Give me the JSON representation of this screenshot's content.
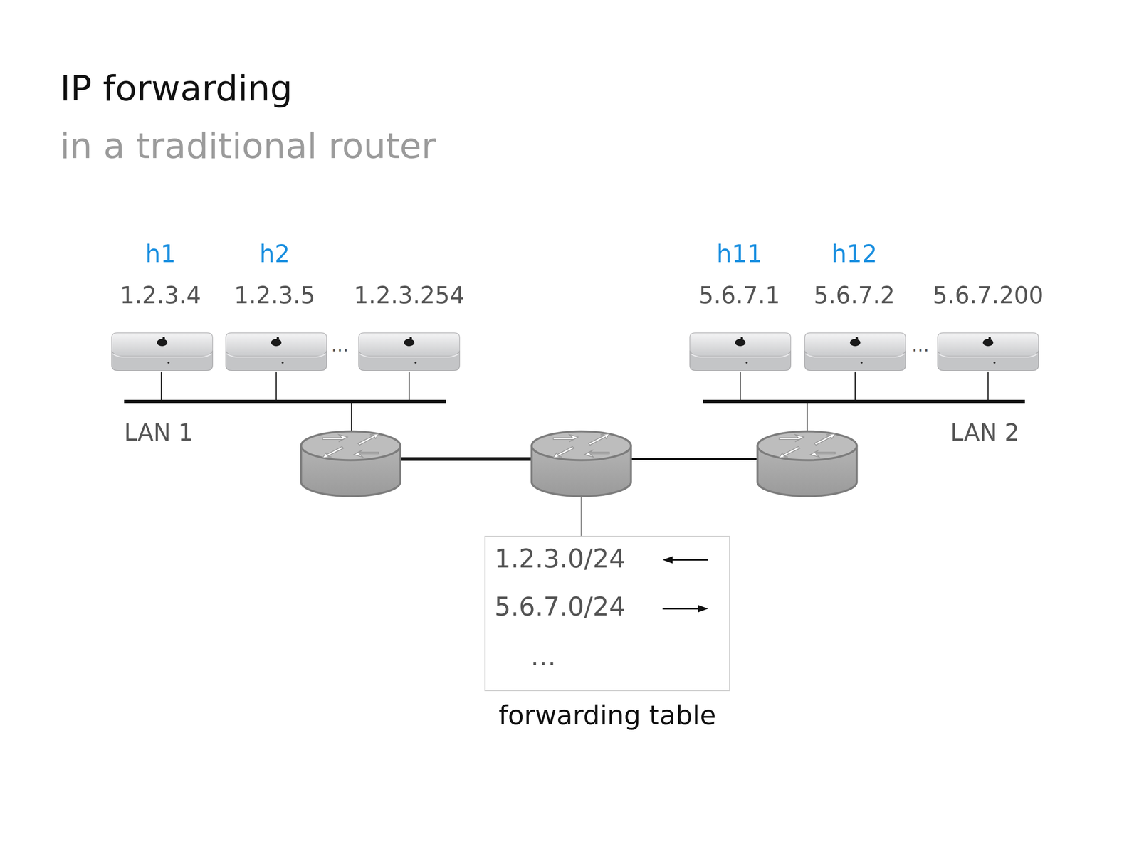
{
  "diagram": {
    "title": "IP forwarding",
    "caption": "in a traditional router",
    "nodes": [
      {
        "text": [
          "h1",
          "1.2.3.4"
        ]
      },
      {
        "text": [
          "h2",
          "1.2.3.5"
        ]
      },
      {
        "text": [
          "1.2.3.254"
        ]
      },
      {
        "text": [
          "h11",
          "5.6.7.1"
        ]
      },
      {
        "text": [
          "h12",
          "5.6.7.2"
        ]
      },
      {
        "text": [
          "5.6.7.200"
        ]
      },
      {
        "text": [
          "1.2.3.0/24",
          "5.6.7.0/24",
          "…",
          "forwarding table"
        ]
      }
    ],
    "labels": [
      "LAN 1",
      "LAN 2",
      "…",
      "…"
    ]
  }
}
